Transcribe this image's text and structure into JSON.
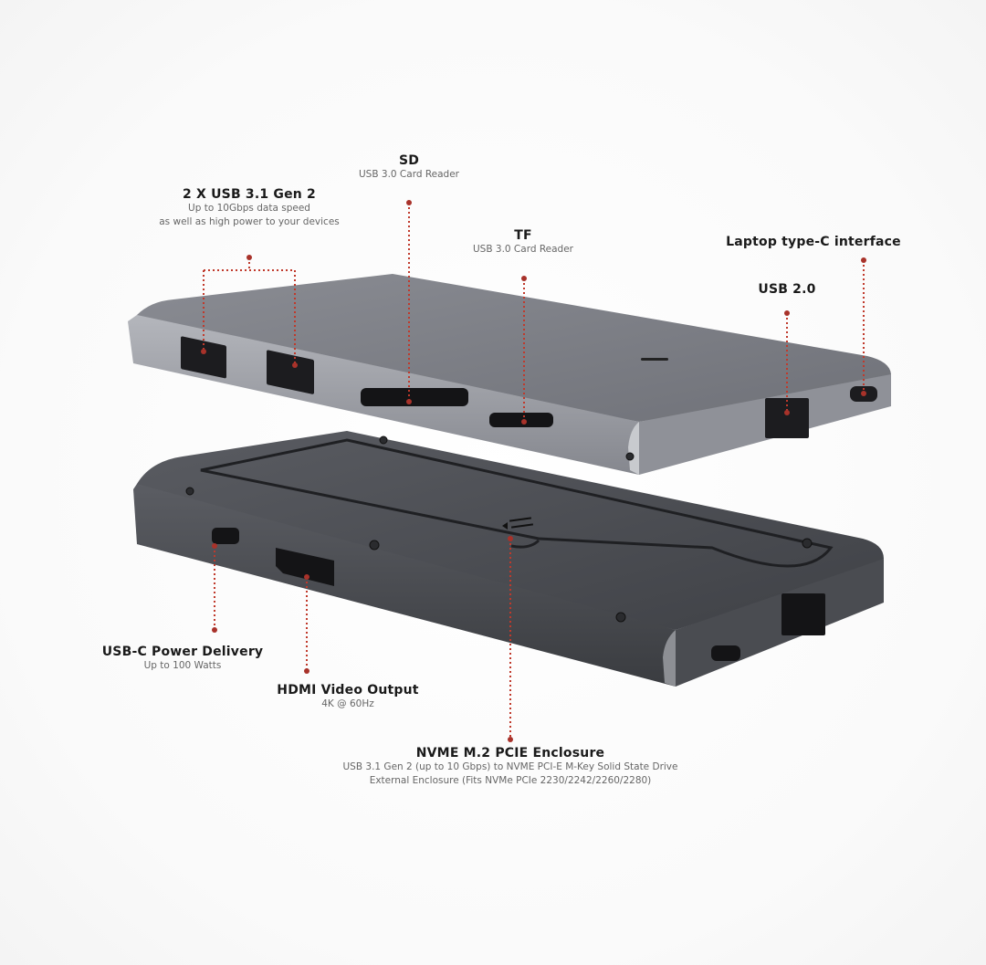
{
  "colors": {
    "accent_leader": "#c0392b",
    "device_top": "#7b7d85",
    "device_edge": "#9a9ca3",
    "device_bottom_top": "#4e5056",
    "port": "#1a1a1d",
    "background": "#ffffff"
  },
  "top_device": {
    "name": "hub",
    "callouts": [
      {
        "id": "usb31",
        "title": "2 X USB 3.1 Gen 2",
        "sub": [
          "Up to 10Gbps data speed",
          "as well as high power to your devices"
        ]
      },
      {
        "id": "sd",
        "title": "SD",
        "sub": [
          "USB 3.0 Card Reader"
        ]
      },
      {
        "id": "tf",
        "title": "TF",
        "sub": [
          "USB 3.0 Card Reader"
        ]
      },
      {
        "id": "usb20",
        "title": "USB 2.0",
        "sub": []
      },
      {
        "id": "laptop_c",
        "title": "Laptop type-C interface",
        "sub": []
      }
    ]
  },
  "bottom_device": {
    "name": "enclosure",
    "callouts": [
      {
        "id": "pd",
        "title": "USB-C Power Delivery",
        "sub": [
          "Up to 100 Watts"
        ]
      },
      {
        "id": "hdmi",
        "title": "HDMI Video Output",
        "sub": [
          "4K @ 60Hz"
        ]
      },
      {
        "id": "nvme",
        "title": "NVME M.2 PCIE Enclosure",
        "sub": [
          "USB 3.1 Gen 2 (up to 10 Gbps) to NVME PCI-E M-Key Solid State Drive",
          "External Enclosure (Fits NVMe PCIe 2230/2242/2260/2280)"
        ]
      }
    ]
  }
}
